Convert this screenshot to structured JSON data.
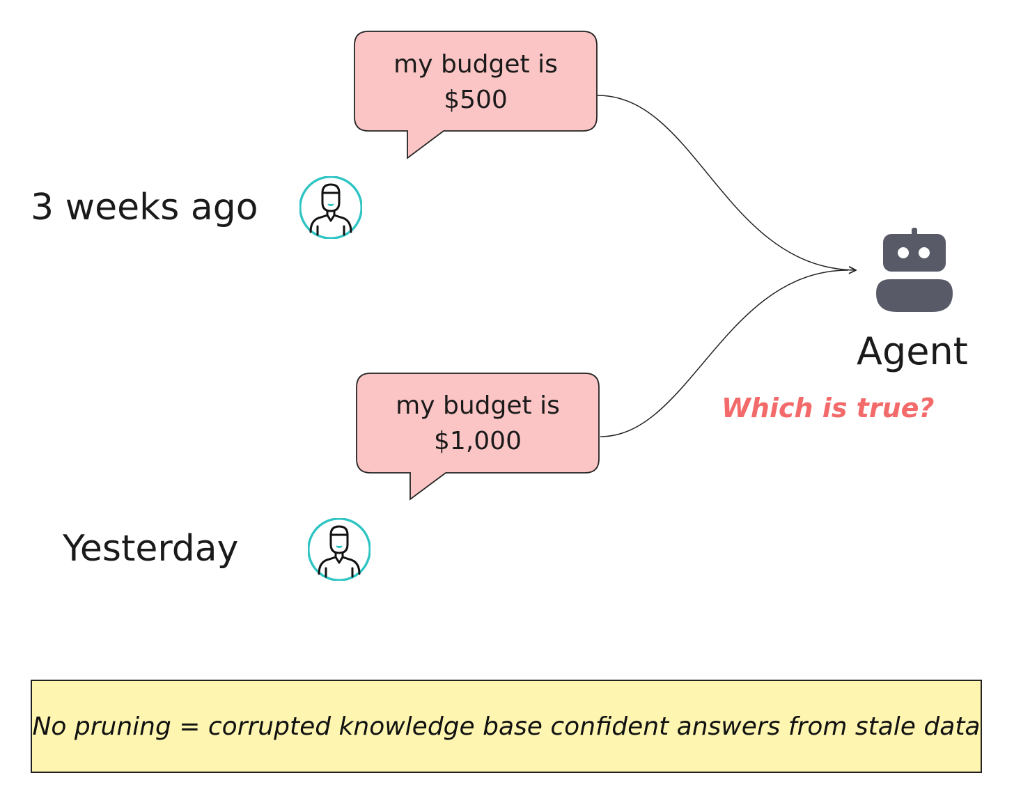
{
  "messages": [
    {
      "time_label": "3 weeks ago",
      "bubble_line1": "my budget is",
      "bubble_line2": "$500"
    },
    {
      "time_label": "Yesterday",
      "bubble_line1": "my budget is",
      "bubble_line2": "$1,000"
    }
  ],
  "agent": {
    "label": "Agent",
    "question": "Which is true?"
  },
  "note": {
    "text": "No pruning = corrupted knowledge base confident answers from stale data"
  },
  "colors": {
    "bubble_fill": "#fcc5c5",
    "avatar_ring": "#2ec4c4",
    "robot": "#585a68",
    "question": "#f36a6a",
    "note_fill": "#fdf5b0"
  }
}
